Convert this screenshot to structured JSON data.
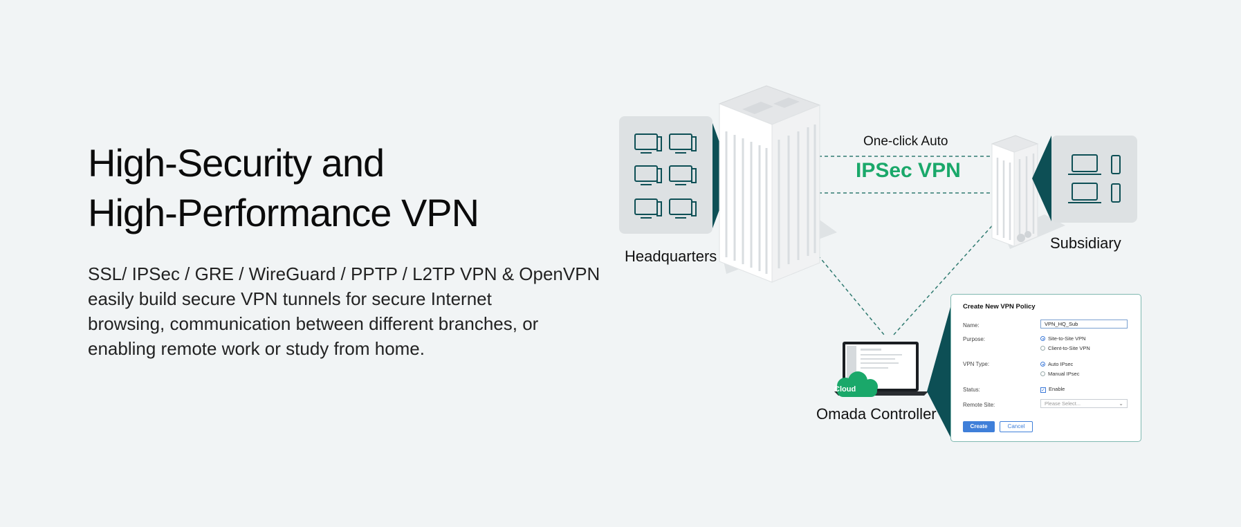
{
  "heading": {
    "line1": "High-Security and",
    "line2": "High-Performance VPN"
  },
  "description": {
    "line1": "SSL/ IPSec / GRE / WireGuard / PPTP / L2TP VPN & OpenVPN",
    "line2": "easily build secure VPN tunnels for secure Internet",
    "line3": "browsing, communication between different branches, or",
    "line4": "enabling remote work or study from home."
  },
  "diagram": {
    "hq_label": "Headquarters",
    "subsidiary_label": "Subsidiary",
    "controller_label": "Omada Controller",
    "tunnel_caption": "One-click Auto",
    "tunnel_name": "IPSec VPN",
    "cloud_badge": "Cloud",
    "colors": {
      "accent_green": "#1aa86a",
      "dark_teal": "#0d4f55",
      "panel_gray": "#dde1e3",
      "dialog_border": "#7fb8b0",
      "button_blue": "#3f7fd9"
    }
  },
  "dialog": {
    "title": "Create New VPN Policy",
    "name_label": "Name:",
    "name_value": "VPN_HQ_Sub",
    "purpose_label": "Purpose:",
    "purpose_options": [
      "Site-to-Site VPN",
      "Client-to-Site VPN"
    ],
    "vpn_type_label": "VPN Type:",
    "vpn_type_options": [
      "Auto IPsec",
      "Manual IPsec"
    ],
    "status_label": "Status:",
    "status_option": "Enable",
    "remote_site_label": "Remote Site:",
    "remote_site_placeholder": "Please Select...",
    "create_label": "Create",
    "cancel_label": "Cancel"
  }
}
